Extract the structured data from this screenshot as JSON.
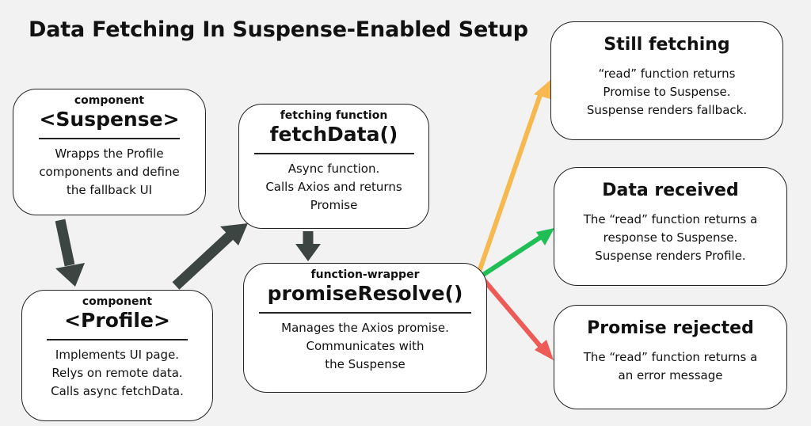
{
  "title": "Data Fetching In Suspense-Enabled Setup",
  "nodes": {
    "suspense": {
      "kind": "component",
      "name": "<Suspense>",
      "desc": [
        "Wrapps the Profile",
        "components and define",
        "the fallback UI"
      ]
    },
    "profile": {
      "kind": "component",
      "name": "<Profile>",
      "desc": [
        "Implements UI page.",
        "Relys on remote data.",
        "Calls async fetchData."
      ]
    },
    "fetchdata": {
      "kind": "fetching function",
      "name": "fetchData()",
      "desc": [
        "Async function.",
        "Calls Axios and returns",
        "Promise"
      ]
    },
    "promiseresolve": {
      "kind": "function-wrapper",
      "name": "promiseResolve()",
      "desc": [
        "Manages the Axios promise.",
        "Communicates with",
        "the Suspense"
      ]
    }
  },
  "outcomes": {
    "fetching": {
      "heading": "Still fetching",
      "desc": [
        "“read” function returns",
        "Promise to Suspense.",
        "Suspense renders fallback."
      ]
    },
    "received": {
      "heading": "Data received",
      "desc": [
        "The “read” function returns a",
        "response to Suspense.",
        "Suspense renders Profile."
      ]
    },
    "rejected": {
      "heading": "Promise rejected",
      "desc": [
        "The “read” function returns a",
        "an error message"
      ]
    }
  },
  "colors": {
    "flow_arrow": "#3d4543",
    "fetching_arrow": "#f7b84f",
    "received_arrow": "#1fbf55",
    "rejected_arrow": "#ee5a55"
  }
}
